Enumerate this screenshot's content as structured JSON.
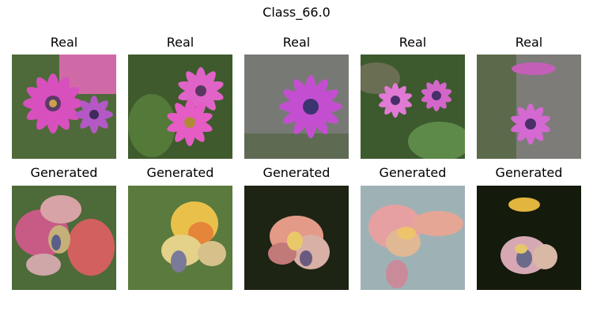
{
  "figure": {
    "title": "Class_66.0"
  },
  "rows": [
    {
      "label": "Real",
      "images": [
        {
          "alt": "pink daisy closeup"
        },
        {
          "alt": "pink daisies with green leaves"
        },
        {
          "alt": "pink daisy on gray background"
        },
        {
          "alt": "two pink daisies among leaves"
        },
        {
          "alt": "pink daisy on gravel"
        }
      ]
    },
    {
      "label": "Generated",
      "images": [
        {
          "alt": "generated red-pink petals"
        },
        {
          "alt": "generated yellow flower on green"
        },
        {
          "alt": "generated pink flower on dark"
        },
        {
          "alt": "generated pink flower on blue-gray"
        },
        {
          "alt": "generated pale flower on black"
        }
      ]
    }
  ]
}
